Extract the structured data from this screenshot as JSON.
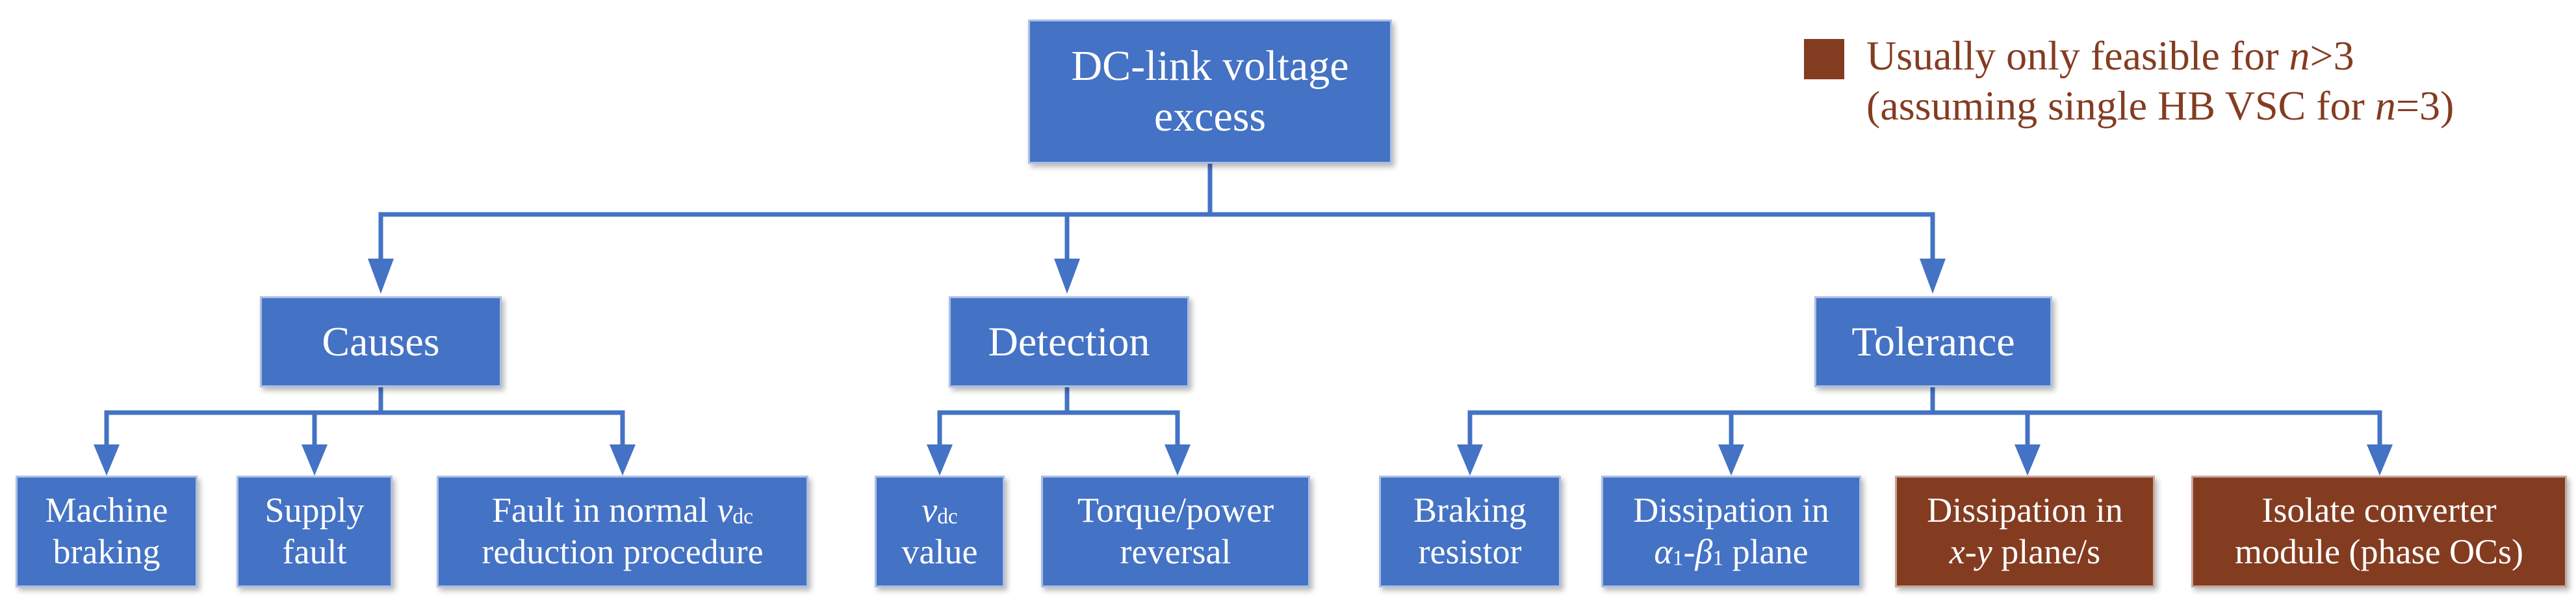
{
  "colors": {
    "box_blue": "#4472C4",
    "box_brown": "#843C21",
    "connector": "#4472C4",
    "legend_text": "#843C21"
  },
  "legend": {
    "line1_before": "Usually only feasible for ",
    "line1_var": "n",
    "line1_after": ">3",
    "line2_before": "(assuming single HB VSC for ",
    "line2_var": "n",
    "line2_after": "=3)"
  },
  "root": {
    "line1": "DC-link voltage",
    "line2": "excess"
  },
  "branches": {
    "causes": {
      "label": "Causes",
      "children": {
        "machine_braking": {
          "line1": "Machine",
          "line2": "braking"
        },
        "supply_fault": {
          "line1": "Supply",
          "line2": "fault"
        },
        "fault_reduction": {
          "line1_before": "Fault in normal ",
          "line1_var": "v",
          "line1_sub": "dc",
          "line2": "reduction procedure"
        }
      }
    },
    "detection": {
      "label": "Detection",
      "children": {
        "vdc_value": {
          "line1_var": "v",
          "line1_sub": "dc",
          "line2": "value"
        },
        "torque_reversal": {
          "line1": "Torque/power",
          "line2": "reversal"
        }
      }
    },
    "tolerance": {
      "label": "Tolerance",
      "children": {
        "braking_resistor": {
          "line1": "Braking",
          "line2": "resistor"
        },
        "dissipation_ab": {
          "line1": "Dissipation in",
          "line2_alpha": "α",
          "line2_alpha_sub": "1",
          "line2_dash": "-",
          "line2_beta": "β",
          "line2_beta_sub": "1",
          "line2_after": " plane"
        },
        "dissipation_xy": {
          "line1": "Dissipation in",
          "line2_var": "x-y",
          "line2_after": " plane/s"
        },
        "isolate_module": {
          "line1": "Isolate converter",
          "line2": "module (phase OCs)"
        }
      }
    }
  }
}
